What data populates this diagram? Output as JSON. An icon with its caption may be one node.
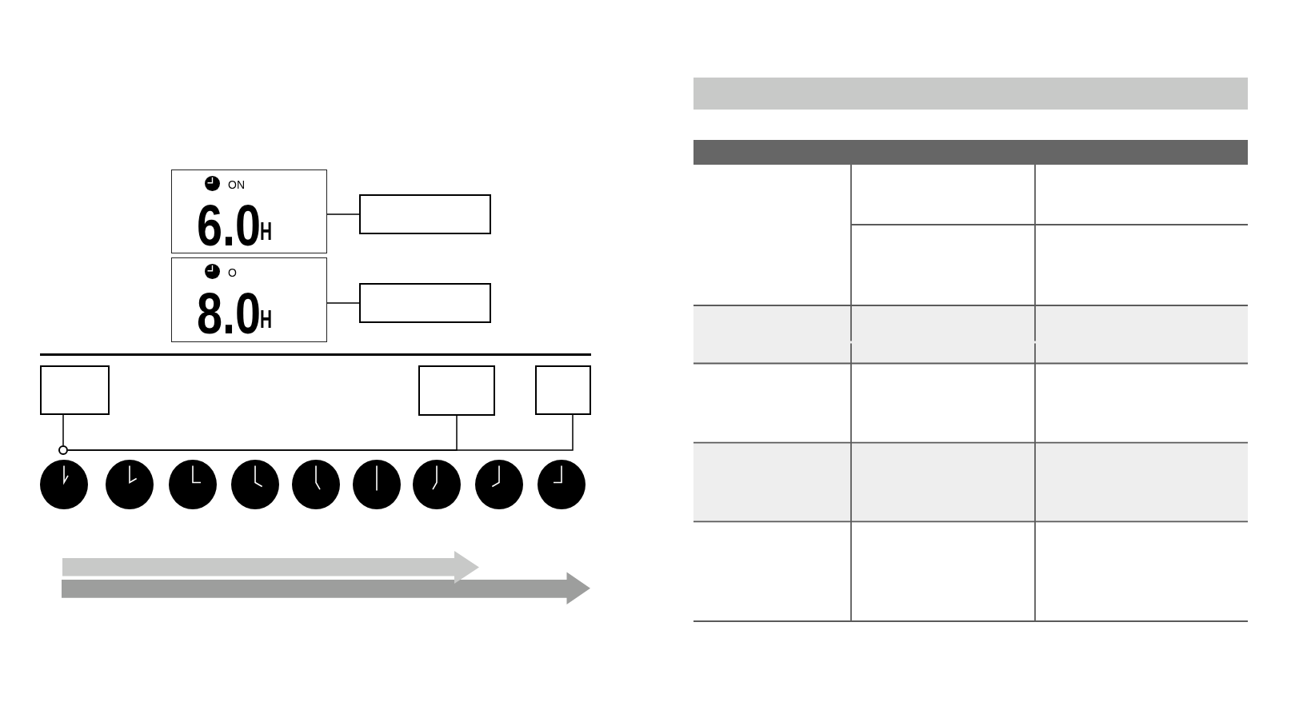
{
  "diagram": {
    "nodes": [
      {
        "text": [
          "ON",
          "6.0",
          "H"
        ]
      },
      {
        "text": [],
        "shape": "box"
      },
      {
        "text": [
          "O",
          "8.0",
          "H"
        ]
      },
      {
        "text": [],
        "shape": "box"
      },
      {
        "text": [],
        "shape": "box"
      },
      {
        "text": [],
        "shape": "box"
      },
      {
        "text": [],
        "shape": "box"
      },
      {
        "text": [],
        "shape": "circle"
      }
    ],
    "edges": [
      {
        "from": 0,
        "to": 1,
        "arrow": "none"
      },
      {
        "from": 2,
        "to": 3,
        "arrow": "none"
      },
      {
        "from": 4,
        "to": 7,
        "arrow": "none"
      },
      {
        "from": 7,
        "to": 5,
        "arrow": "none"
      },
      {
        "from": 7,
        "to": 6,
        "arrow": "none"
      }
    ]
  }
}
